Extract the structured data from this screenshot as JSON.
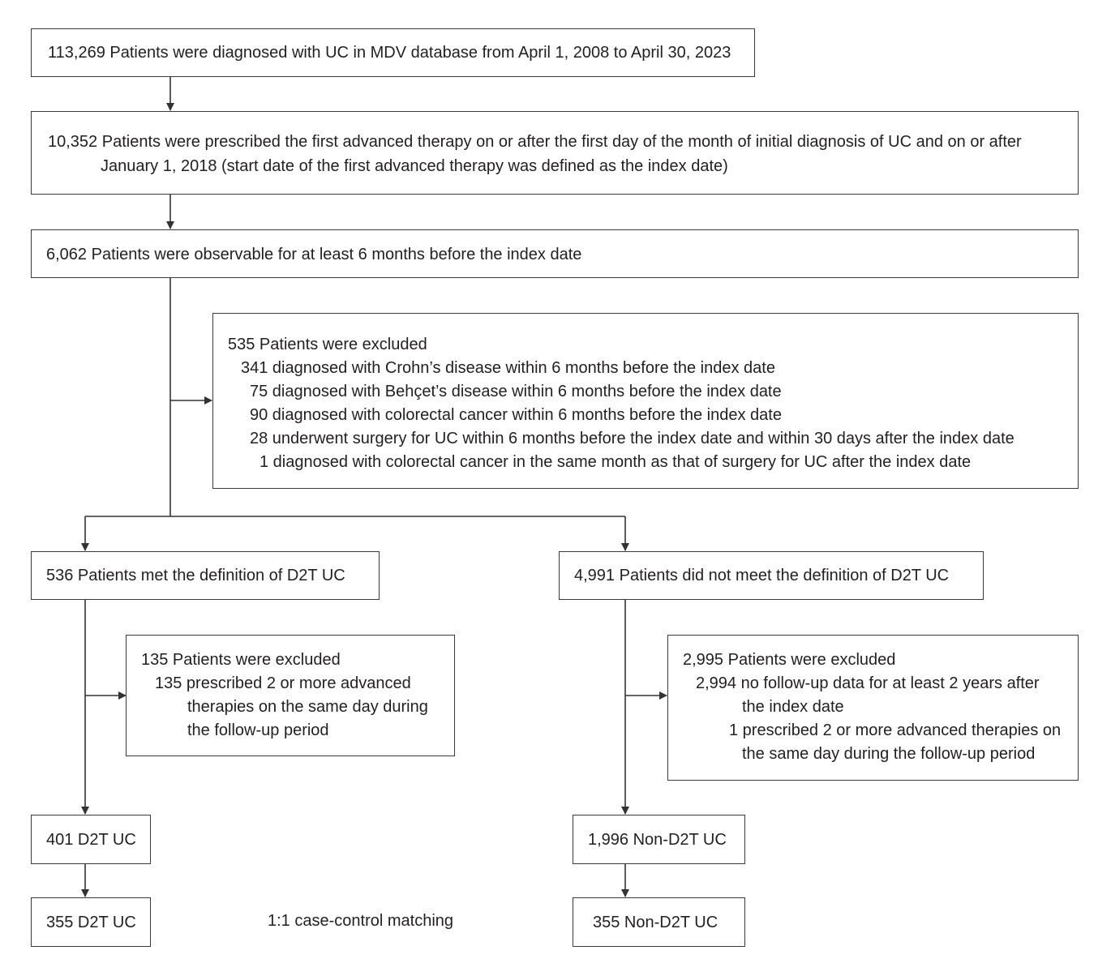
{
  "flowchart": {
    "box_diagnosed": "113,269 Patients were diagnosed with UC in MDV database from April 1, 2008 to April 30, 2023",
    "box_prescribed": {
      "line1": "10,352 Patients were prescribed the first advanced therapy on or after the first day of the month of initial diagnosis of UC and on or after",
      "line2": "January 1, 2018 (start date of the first advanced therapy was defined as the index date)"
    },
    "box_observable": "6,062 Patients were observable for at least 6 months before the index date",
    "box_excluded_main": {
      "title": "535 Patients were excluded",
      "items": [
        "341 diagnosed with Crohn’s disease within 6 months before the index date",
        "75 diagnosed with Behçet’s disease within 6 months before the index date",
        "90 diagnosed with colorectal cancer within 6 months before the index date",
        "28 underwent surgery for UC within 6 months before the index date and within 30 days after the index date",
        "1 diagnosed with colorectal cancer in the same month as that of surgery for UC after the index date"
      ]
    },
    "box_d2t_met": "536 Patients met the definition of D2T UC",
    "box_d2t_not_met": "4,991 Patients did not meet the definition of D2T UC",
    "box_excluded_d2t": {
      "title": "135 Patients were excluded",
      "lines": [
        "135 prescribed 2 or more advanced",
        "therapies on the same day during",
        "the follow-up period"
      ]
    },
    "box_excluded_non_d2t": {
      "title": "2,995 Patients were excluded",
      "lines": [
        "2,994 no follow-up data for at least 2 years after",
        "the index date",
        "1 prescribed 2 or more advanced therapies on",
        "the same day during the follow-up period"
      ]
    },
    "box_d2t_401": "401 D2T UC",
    "box_non_d2t_1996": "1,996 Non-D2T UC",
    "box_d2t_355": "355 D2T UC",
    "box_non_d2t_355": "355 Non-D2T UC",
    "matching_label": "1:1 case-control matching"
  },
  "colors": {
    "line": "#333333",
    "text": "#231f20"
  }
}
